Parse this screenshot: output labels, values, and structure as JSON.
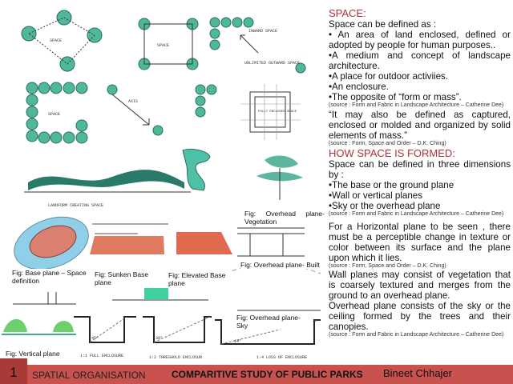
{
  "text": {
    "heading1": "SPACE:",
    "intro": "Space can be defined as :",
    "bullets1": [
      "• An area of land enclosed, defined or adopted by people for human purposes..",
      "•A medium and concept of landscape architecture.",
      "•A place for outdoor activiies.",
      "•An enclosure.",
      "•The opposite of “form or mass”."
    ],
    "source1": "(source : Form and Fabric in Landscape Architecture – Catherine Dee)",
    "quote": "“It may also be defined as captured, enclosed or molded and organized by solid elements of mass.”",
    "source2": "(source : Form, Space and Order – D.K. Ching)",
    "heading2": "HOW SPACE IS FORMED:",
    "intro2": "Space can be defined in three dimensions by :",
    "bullets2": [
      "•The base or the ground plane",
      "•Wall or vertical planes",
      "•Sky or the overhead plane"
    ],
    "source3": "(source : Form and Fabric in Landscape Architecture – Catherine Dee)",
    "para1": "For a Horizontal plane to be seen , there must be a perceptible change in texture or color between  its surface and the plane upon which it lies.",
    "source4": "(source : Form, Space and Order – D.K. Ching)",
    "para2": "Wall planes may consist of vegetation  that is coarsely textured and merges from the ground to an overhead plane.",
    "para3": "Overhead plane consists of the sky or the ceiling formed by the trees and their canopies.",
    "source5": "(source : Form and Fabric in Landscape Architecture – Catherine Dee)"
  },
  "sketch_labels": {
    "space1": "SPACE",
    "space2": "SPACE",
    "inward": "INWARD SPACE",
    "outward": "UNLIMITED OUTWARD SPACE",
    "space3": "SPACE",
    "axis": "AXIS",
    "fully": "FULLY ENCLOSED SPACE",
    "landform": "LANDFORM CREATING SPACE",
    "full": "1:1 FULL ENCLOSURE",
    "threshold": "1:2 THRESHOLD ENCLOSUR",
    "loss": "1:4 LOSS OF ENCLOSURE",
    "a45": "45°",
    "a30": "30°",
    "a14": "14°"
  },
  "captions": {
    "overhead_veg": "Fig:  Overhead  plane- Vegetation",
    "overhead_built": "Fig: Overhead plane- Built",
    "base": "Fig:  Base  plane  – Space definition",
    "sunken": "Fig:  Sunken  Base plane",
    "elevated": "Fig:  Elevated  Base plane",
    "sky": "Fig:  Overhead  plane- Sky",
    "vertical": "Fig: Vertical plane"
  },
  "footer": {
    "slide_number": "1",
    "section": "SPATIAL ORGANISATION",
    "title": "COMPARITIVE STUDY OF PUBLIC PARKS",
    "author": "Bineet Chhajer"
  },
  "colors": {
    "footer": "#c9524f",
    "number_box": "#a83a37",
    "heading": "#b0303a"
  }
}
